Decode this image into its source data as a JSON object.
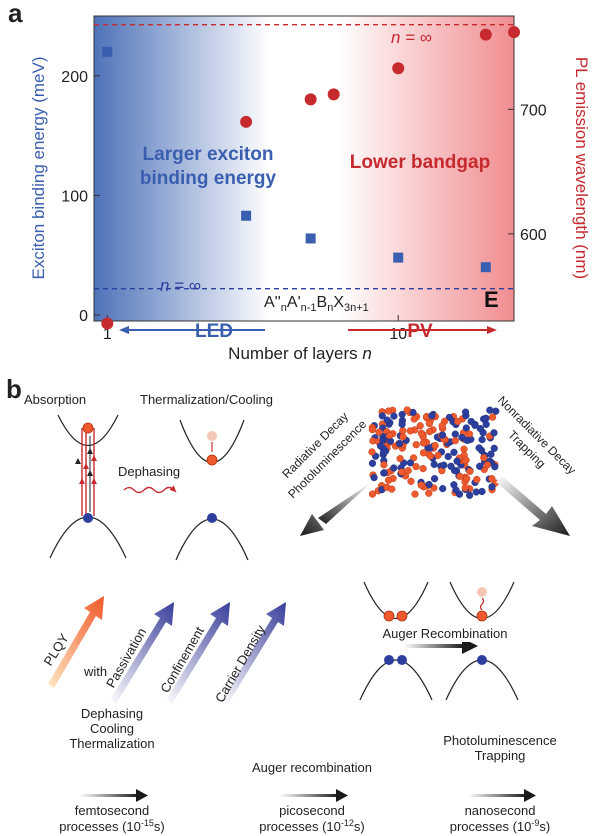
{
  "panel_a": {
    "label": "a",
    "ylabel_left": "Exciton binding energy (meV)",
    "ylabel_right": "PL emission wavelength (nm)",
    "xlabel_main": "Number of layers ",
    "xlabel_var": "n",
    "left_text_line1": "Larger exciton",
    "left_text_line2": "binding energy",
    "right_text": "Lower bandgap",
    "n_inf_prefix": "n = ",
    "n_inf_symbol": "∞",
    "corner_label": "E",
    "formula": {
      "p1": "A''",
      "s1": "n",
      "p2": "A'",
      "s2": "n-1",
      "p3": "B",
      "s3": "n",
      "p4": "X",
      "s4": "3n+1"
    },
    "led_label": "LED",
    "pv_label": "PV"
  },
  "chart_data": {
    "type": "scatter",
    "x_scale": "log",
    "xlabel": "Number of layers n",
    "x_ticks": [
      1,
      10
    ],
    "xlim": [
      0.9,
      25
    ],
    "ylabel": "Exciton binding energy (meV)",
    "ylim": [
      -5,
      250
    ],
    "y_ticks": [
      0,
      100,
      200
    ],
    "y2label": "PL emission wavelength (nm)",
    "y2lim": [
      530,
      775
    ],
    "y2_ticks": [
      600,
      700
    ],
    "series": [
      {
        "axis": "left",
        "marker": "square",
        "color": "#3a5fb0",
        "points": [
          [
            1,
            220
          ],
          [
            3,
            83
          ],
          [
            5,
            64
          ],
          [
            10,
            48
          ],
          [
            20,
            40
          ]
        ]
      },
      {
        "axis": "right",
        "marker": "circle",
        "color": "#c62a2f",
        "points": [
          [
            1,
            528
          ],
          [
            3,
            690
          ],
          [
            5,
            708
          ],
          [
            6,
            712
          ],
          [
            10,
            733
          ],
          [
            20,
            760
          ],
          [
            25,
            762
          ]
        ]
      }
    ],
    "reference_lines": [
      {
        "axis": "left",
        "value": 22,
        "label": "n = ∞",
        "color": "#2d3f9e"
      },
      {
        "axis": "right",
        "value": 768,
        "label": "n = ∞",
        "color": "#c62a2f"
      }
    ],
    "grid": false
  },
  "panel_b": {
    "label": "b",
    "absorption": "Absorption",
    "thermalization": "Thermalization/Cooling",
    "dephasing": "Dephasing",
    "radiative_line1": "Radiative Decay",
    "radiative_line2": "Photoluminescence",
    "nonradiative_line1": "Nonradiative Decay",
    "nonradiative_line2": "Trapping",
    "plqy": "PLQY",
    "with": "with",
    "passivation": "Passivation",
    "confinement": "Confinement",
    "carrier_density": "Carrier Density",
    "auger": "Auger Recombination",
    "timeline": [
      {
        "lines": [
          "Dephasing",
          "Cooling",
          "Thermalization"
        ],
        "scale": "femtosecond",
        "proc": "processes (10",
        "exp": "-15",
        "unit": "s)"
      },
      {
        "lines": [
          "Auger recombination"
        ],
        "scale": "picosecond",
        "proc": "processes (10",
        "exp": "-12",
        "unit": "s)"
      },
      {
        "lines": [
          "Photoluminescence",
          "Trapping"
        ],
        "scale": "nanosecond",
        "proc": "processes (10",
        "exp": "-9",
        "unit": "s)"
      }
    ]
  },
  "colors": {
    "blue": "#3a5fb0",
    "red": "#c62a2f",
    "navy": "#2d3f9e",
    "orange": "#ee5a2e"
  }
}
